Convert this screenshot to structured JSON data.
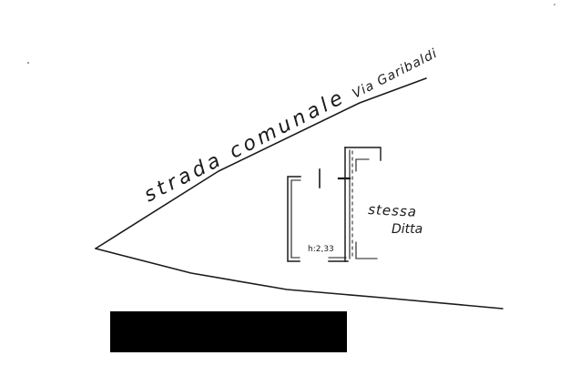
{
  "labels": {
    "road": "strada comunale",
    "street": "Via Garibaldi",
    "neighbor_line1": "stessa",
    "neighbor_line2": "Ditta",
    "height_note": "h:2,33"
  },
  "redaction": {
    "present": true,
    "color": "#000000"
  },
  "ink_color": "#1a1a1a"
}
